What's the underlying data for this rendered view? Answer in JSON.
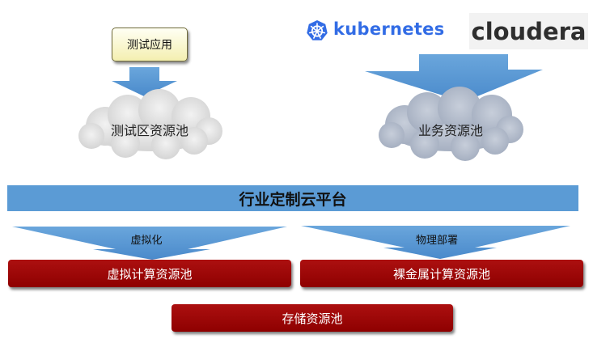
{
  "test_app": {
    "label": "测试应用"
  },
  "clouds": {
    "test_pool": "测试区资源池",
    "business_pool": "业务资源池"
  },
  "logos": {
    "kubernetes": "kubernetes",
    "cloudera": "cloudera"
  },
  "platform": {
    "label": "行业定制云平台"
  },
  "arrows": {
    "virtualization": "虚拟化",
    "physical_deploy": "物理部署"
  },
  "pools": {
    "virtual_compute": "虚拟计算资源池",
    "bare_metal_compute": "裸金属计算资源池",
    "storage": "存储资源池"
  },
  "colors": {
    "arrow_blue": "#5b9bd5",
    "platform_blue": "#5b9bd5",
    "pool_red": "#a00000",
    "k8s_blue": "#326ce5"
  }
}
